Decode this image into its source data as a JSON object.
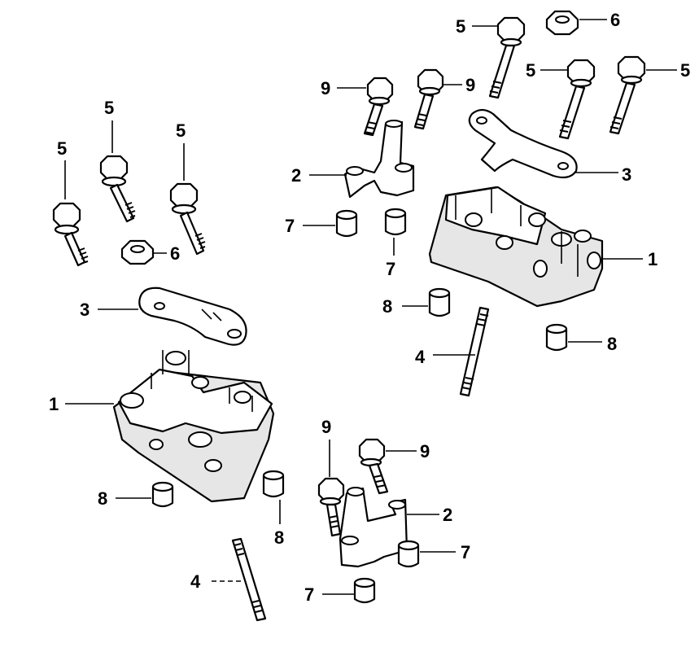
{
  "callouts": {
    "c1a": "1",
    "c1b": "1",
    "c2a": "2",
    "c2b": "2",
    "c3a": "3",
    "c3b": "3",
    "c4a": "4",
    "c4b": "4",
    "c5a": "5",
    "c5b": "5",
    "c5c": "5",
    "c5d": "5",
    "c5e": "5",
    "c5f": "5",
    "c6a": "6",
    "c6b": "6",
    "c7a": "7",
    "c7b": "7",
    "c7c": "7",
    "c7d": "7",
    "c8a": "8",
    "c8b": "8",
    "c8c": "8",
    "c8d": "8",
    "c9a": "9",
    "c9b": "9",
    "c9c": "9",
    "c9d": "9"
  },
  "colors": {
    "line": "#000000",
    "background": "#ffffff"
  }
}
